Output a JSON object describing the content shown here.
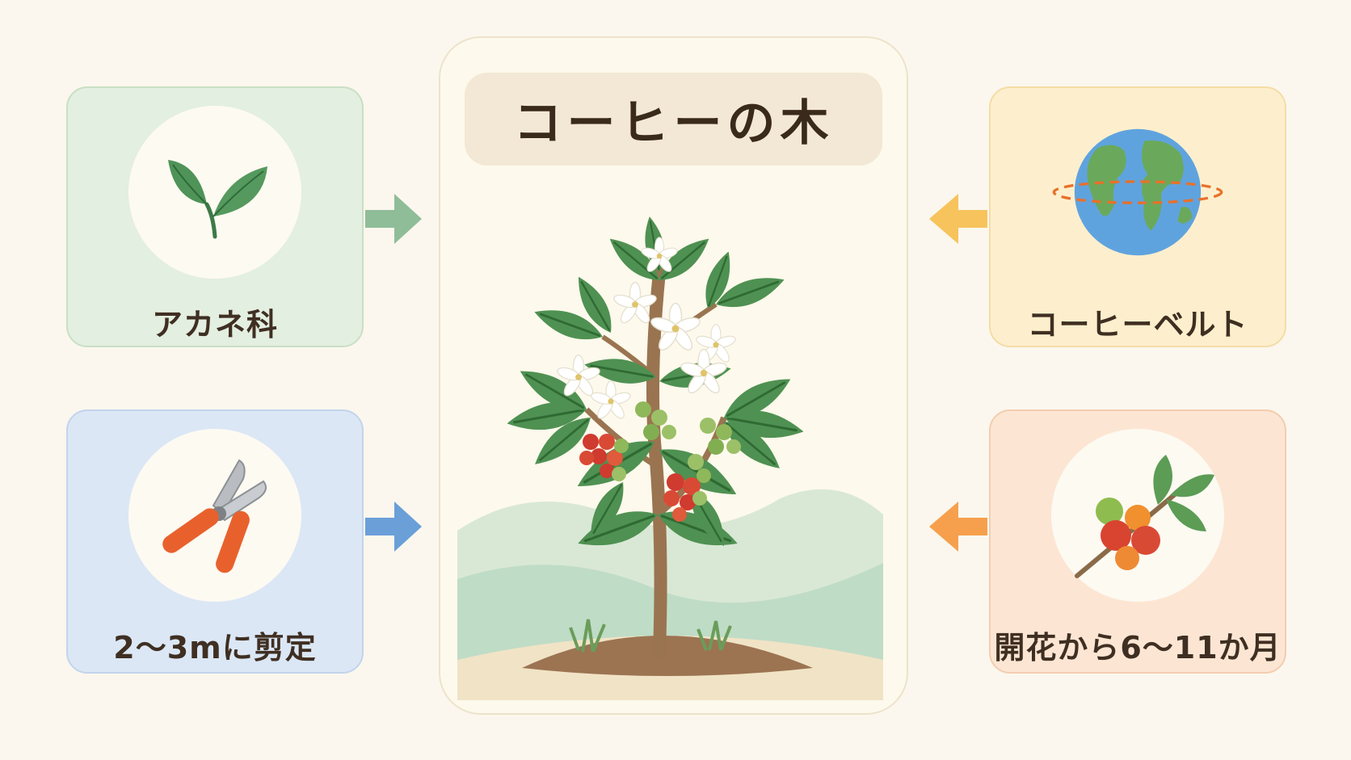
{
  "title": "コーヒーの木",
  "cards": {
    "family": {
      "label": "アカネ科",
      "icon": "leaf-icon",
      "color": "#8fbd98"
    },
    "height": {
      "label": "2〜3mに剪定",
      "icon": "pruning-shears-icon",
      "color": "#6a9fd8"
    },
    "belt": {
      "label": "コーヒーベルト",
      "icon": "globe-icon",
      "color": "#f7c35c"
    },
    "harvest": {
      "label": "開花から6〜11か月",
      "icon": "coffee-cherry-branch-icon",
      "color": "#f6a04d"
    }
  },
  "center": {
    "illustration": "coffee-tree-illustration"
  }
}
